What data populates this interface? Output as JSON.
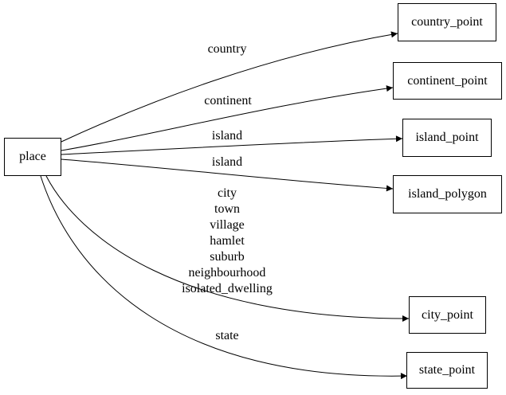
{
  "diagram": {
    "type": "directed-graph",
    "colors": {
      "background": "#ffffff",
      "node_border": "#000000",
      "edge": "#000000",
      "text": "#000000"
    },
    "nodes": [
      {
        "id": "place",
        "label": "place"
      },
      {
        "id": "country_point",
        "label": "country_point"
      },
      {
        "id": "continent_point",
        "label": "continent_point"
      },
      {
        "id": "island_point",
        "label": "island_point"
      },
      {
        "id": "island_polygon",
        "label": "island_polygon"
      },
      {
        "id": "city_point",
        "label": "city_point"
      },
      {
        "id": "state_point",
        "label": "state_point"
      }
    ],
    "edges": [
      {
        "from": "place",
        "to": "country_point",
        "label": "country"
      },
      {
        "from": "place",
        "to": "continent_point",
        "label": "continent"
      },
      {
        "from": "place",
        "to": "island_point",
        "label": "island"
      },
      {
        "from": "place",
        "to": "island_polygon",
        "label": "island"
      },
      {
        "from": "place",
        "to": "city_point",
        "labels": [
          "city",
          "town",
          "village",
          "hamlet",
          "suburb",
          "neighbourhood",
          "isolated_dwelling"
        ]
      },
      {
        "from": "place",
        "to": "state_point",
        "label": "state"
      }
    ]
  }
}
